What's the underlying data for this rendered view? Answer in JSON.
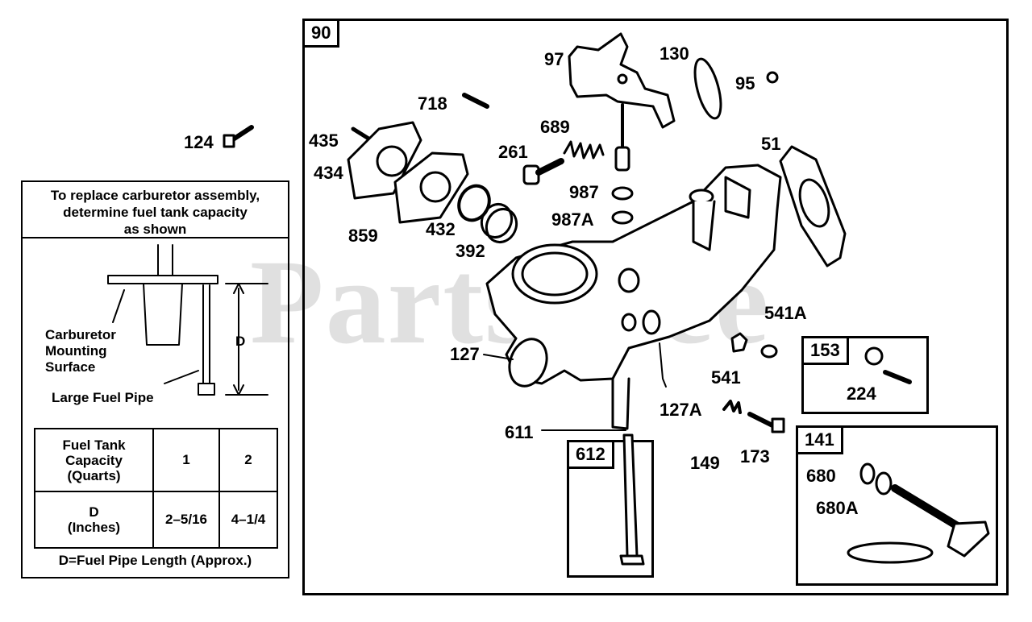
{
  "watermark": "PartsTree",
  "main_box": {
    "tag": "90"
  },
  "callouts": {
    "c124": "124",
    "c97": "97",
    "c130": "130",
    "c95": "95",
    "c718": "718",
    "c435": "435",
    "c689": "689",
    "c434": "434",
    "c261": "261",
    "c51": "51",
    "c987": "987",
    "c987A": "987A",
    "c859": "859",
    "c432": "432",
    "c392": "392",
    "c541A": "541A",
    "c127": "127",
    "c541": "541",
    "c127A": "127A",
    "c611": "611",
    "c149": "149",
    "c173": "173",
    "c224": "224",
    "c680": "680",
    "c680A": "680A"
  },
  "sub_boxes": {
    "b153": "153",
    "b141": "141",
    "b612": "612"
  },
  "info_panel": {
    "title_lines": [
      "To replace carburetor assembly,",
      "determine fuel tank capacity",
      "as shown"
    ],
    "diagram_labels": {
      "mount_1": "Carburetor",
      "mount_2": "Mounting",
      "mount_3": "Surface",
      "pipe": "Large Fuel Pipe",
      "dim": "D"
    },
    "table": {
      "header_label": [
        "Fuel Tank",
        "Capacity",
        "(Quarts)"
      ],
      "header_values": [
        "1",
        "2"
      ],
      "row_label": [
        "D",
        "(Inches)"
      ],
      "row_values": [
        "2–5/16",
        "4–1/4"
      ]
    },
    "note": "D=Fuel Pipe Length (Approx.)"
  }
}
